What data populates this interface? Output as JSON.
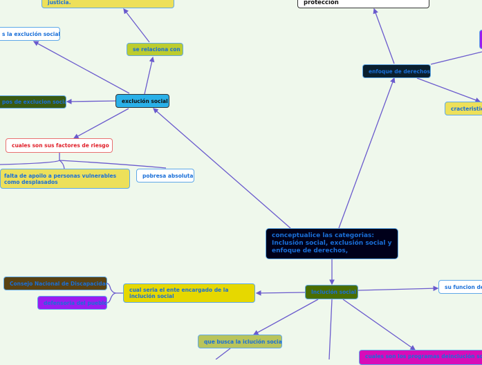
{
  "colors": {
    "line": "#6a5acd",
    "background": "#eff8ec",
    "text": "#1a6fd8"
  },
  "nodes": {
    "central": "conceptualice las categorias: Inclusión social, exclusión social y enfoque de derechos,",
    "exclusion": "exclución social",
    "inclusion": "Inclución social",
    "enfoque": "enfoque de derechos",
    "justicia": "justicia.",
    "que_es_exclusion": "s la exclución social",
    "se_relaciona": "se relaciona con",
    "tipos_exclusion": "pos de exclucion social",
    "factores_riesgo": "cuales son sus factores de riesgo",
    "falta_apoyo": "falta de apoilo a personas vulnerables como desplasados",
    "pobresa": "pobresa absoluta",
    "proteccion": "protección",
    "caracteristicas": "cracteristic",
    "su_funcion": "su  funcion de",
    "ente_encargado": "cual seria el ente encargado de la inclución social",
    "consejo": "Consejo Nacional de Discapacidad",
    "defensoria": "defensoria del pueblo",
    "que_busca": "que busca la iclución social",
    "programas": "cuales son los programas deinclución social"
  }
}
